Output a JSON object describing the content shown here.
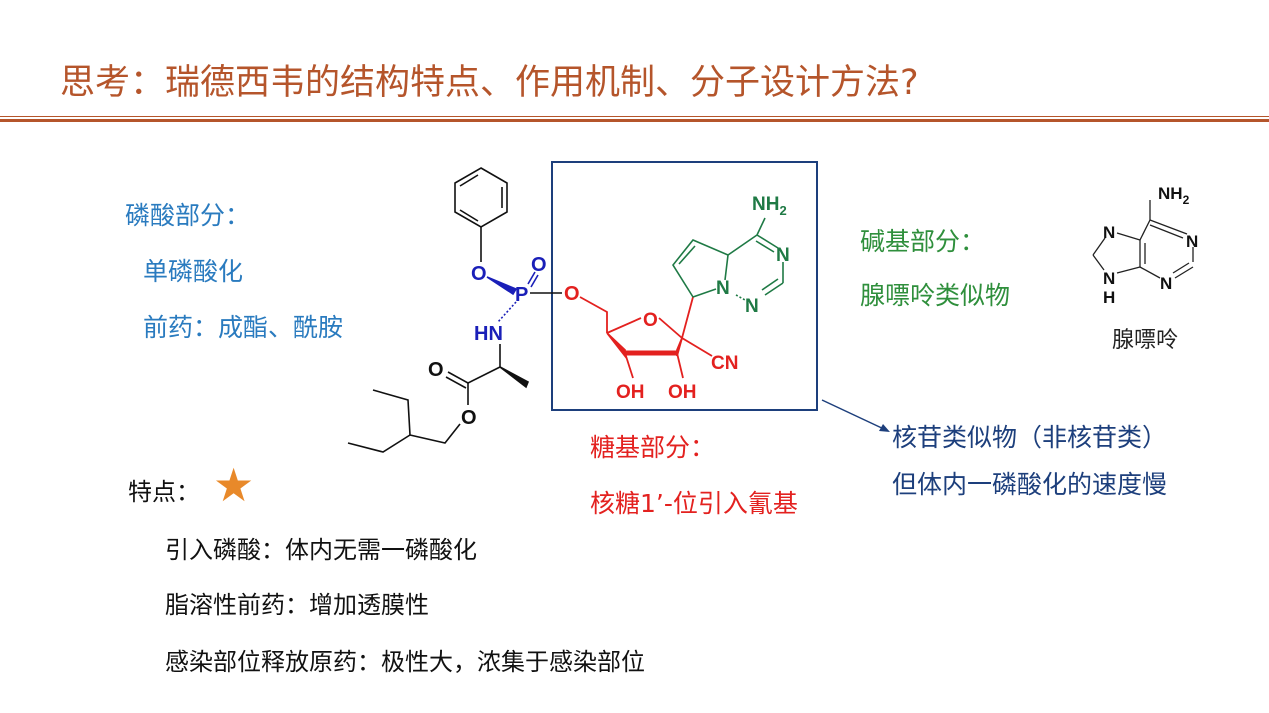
{
  "title": "思考：瑞德西韦的结构特点、作用机制、分子设计方法?",
  "phosphate": {
    "heading": "磷酸部分：",
    "line1": "单磷酸化",
    "line2": "前药：成酯、酰胺"
  },
  "base": {
    "heading": "碱基部分：",
    "line1": "腺嘌呤类似物"
  },
  "sugar": {
    "heading": "糖基部分：",
    "line1": "核糖1’-位引入氰基"
  },
  "nucleoside": {
    "line1": "核苷类似物（非核苷类）",
    "line2": "但体内一磷酸化的速度慢"
  },
  "features": {
    "heading": "特点：",
    "items": [
      "引入磷酸：体内无需一磷酸化",
      "脂溶性前药：增加透膜性",
      "感染部位释放原药：极性大，浓集于感染部位"
    ]
  },
  "molecule": {
    "atoms": {
      "o_phenoxy": "O",
      "p": "P",
      "o_double": "O",
      "o_link": "O",
      "hn": "HN",
      "o_carbonyl": "O",
      "o_ester": "O",
      "o_ring": "O",
      "oh1": "OH",
      "oh2": "OH",
      "cn": "CN",
      "nh2": "NH",
      "n_a": "N",
      "n_b": "N",
      "n_c": "N",
      "sub2": "2"
    }
  },
  "adenine": {
    "nh2": "NH",
    "sub2": "2",
    "n1": "N",
    "n3": "N",
    "n7": "N",
    "n9": "N",
    "h": "H",
    "label": "腺嘌呤"
  },
  "colors": {
    "title": "#b5552b",
    "phosphate": "#2a7bbf",
    "base": "#2f8f3c",
    "sugar": "#e3211f",
    "nucleoside": "#1d3f7c",
    "star": "#e8892a"
  }
}
